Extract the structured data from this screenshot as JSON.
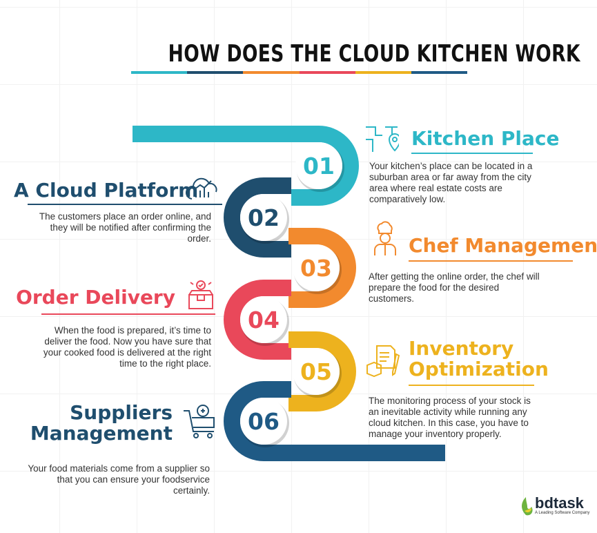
{
  "title": "HOW DOES THE CLOUD KITCHEN WORK",
  "colors": {
    "cyan": "#2DB7C7",
    "navy": "#1F4E6E",
    "orange": "#F28A2E",
    "red": "#E9485A",
    "yellow": "#EDB21E",
    "blue": "#1F5A85"
  },
  "steps": [
    {
      "number": "01",
      "heading": "Kitchen Place",
      "icon": "map-pin-blueprint-icon",
      "desc": "Your kitchen’s place can be located in a suburban area or far away from the city area where real estate costs are comparatively low."
    },
    {
      "number": "02",
      "heading": "A Cloud Platform",
      "icon": "cloud-chart-icon",
      "desc": "The customers place an order online, and they will be notified after confirming the order."
    },
    {
      "number": "03",
      "heading": "Chef Management",
      "icon": "chef-icon",
      "desc": "After getting the online order, the chef will prepare the food for the desired customers."
    },
    {
      "number": "04",
      "heading": "Order Delivery",
      "icon": "delivery-box-icon",
      "desc": "When the food is prepared, it’s time to deliver the food. Now you have sure that your cooked food is delivered at the right time to the right place."
    },
    {
      "number": "05",
      "heading_line1": "Inventory",
      "heading_line2": "Optimization",
      "icon": "inventory-icon",
      "desc": "The monitoring process of your stock is an inevitable activity while running any cloud kitchen. In this case, you have to manage your inventory properly."
    },
    {
      "number": "06",
      "heading_line1": "Suppliers",
      "heading_line2": "Management",
      "icon": "supplier-cart-icon",
      "desc": "Your food materials come from a supplier so that you can ensure your foodservice certainly."
    }
  ],
  "logo": {
    "name": "bdtask",
    "tagline": "A Leading Software Company"
  }
}
